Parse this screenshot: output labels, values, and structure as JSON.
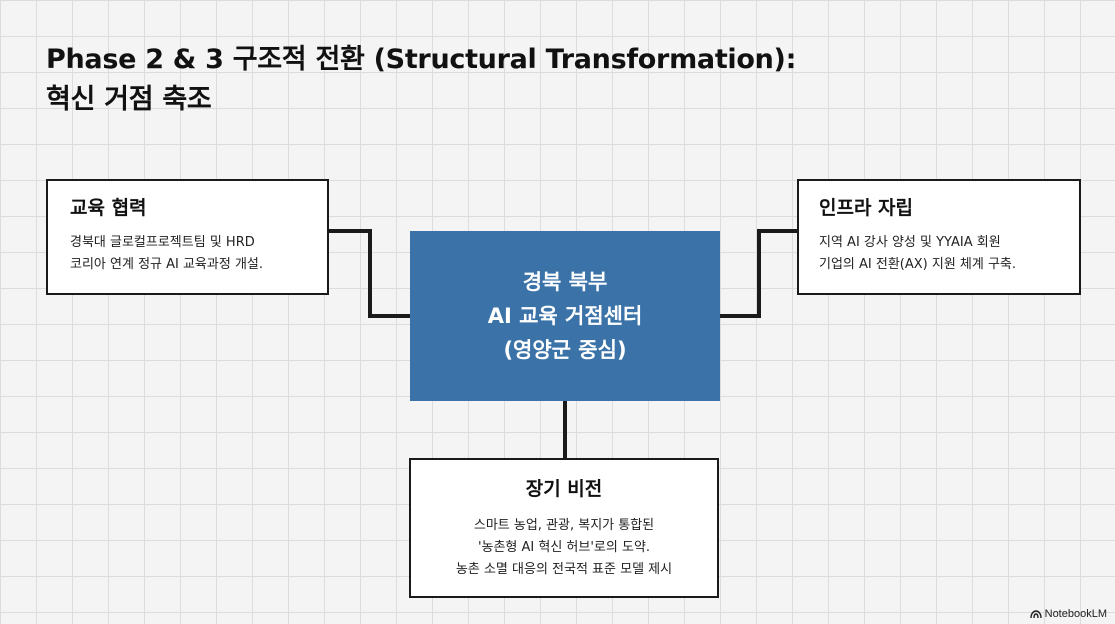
{
  "title": {
    "line1": "Phase 2 & 3 구조적 전환 (Structural Transformation):",
    "line2": "혁신 거점 축조"
  },
  "center": {
    "line1": "경북 북부",
    "line2": "AI 교육 거점센터",
    "line3": "(영양군 중심)",
    "color": "#3b73a8"
  },
  "education": {
    "heading": "교육 협력",
    "line1": "경북대 글로컬프로젝트팀 및 HRD",
    "line2": "코리아 연계 정규 AI 교육과정 개설."
  },
  "infrastructure": {
    "heading": "인프라 자립",
    "line1": "지역 AI 강사 양성 및 YYAIA 회원",
    "line2": "기업의 AI 전환(AX) 지원 체계 구축."
  },
  "vision": {
    "heading": "장기 비전",
    "line1": "스마트 농업, 관광, 복지가 통합된",
    "line2": "'농촌형 AI 혁신 허브'로의 도약.",
    "line3": "농촌 소멸 대응의 전국적 표준 모델 제시"
  },
  "footer": {
    "brand": "NotebookLM",
    "icon": "notebooklm-logo-icon"
  }
}
